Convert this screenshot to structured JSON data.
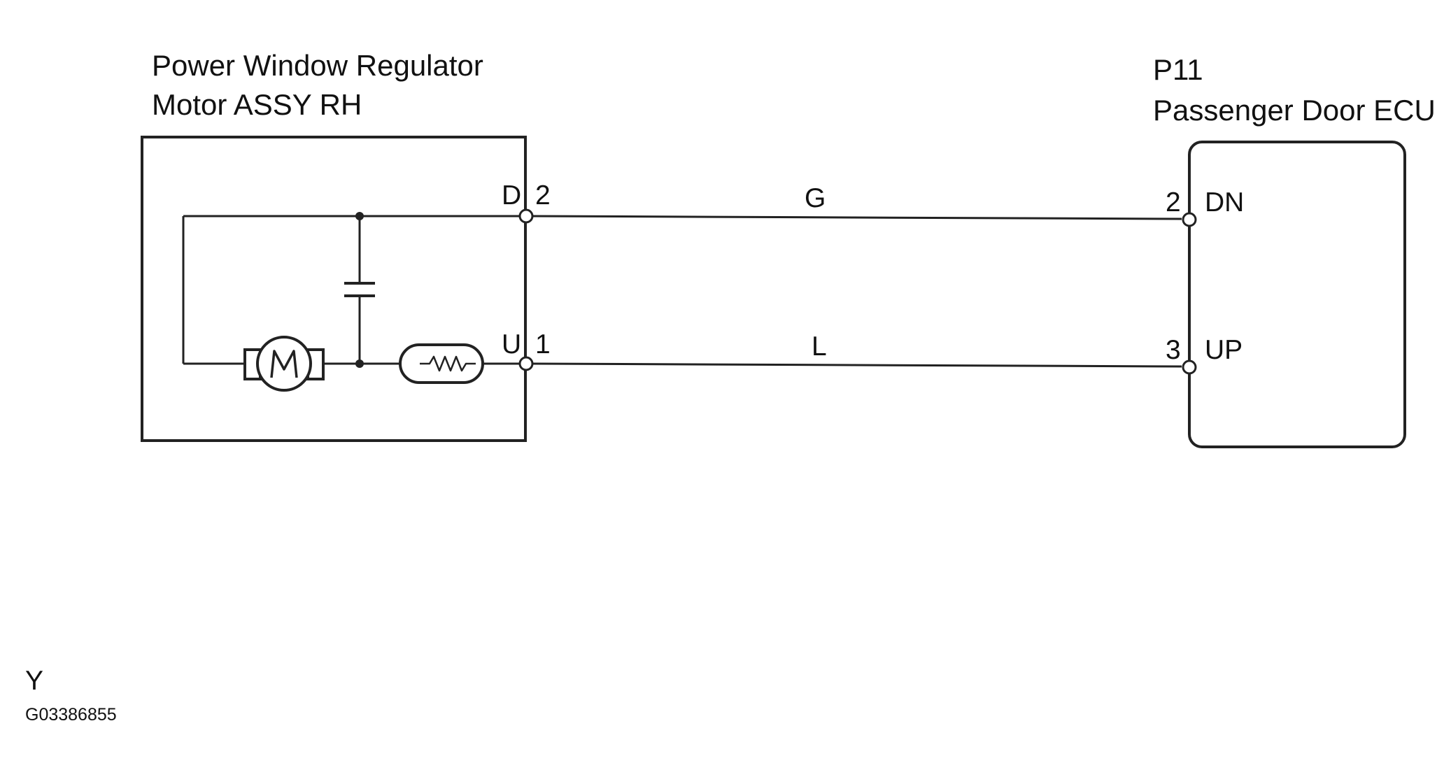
{
  "motor_assy": {
    "title_line1": "Power Window Regulator",
    "title_line2": "Motor ASSY RH",
    "pins": [
      {
        "name": "D",
        "number": "2"
      },
      {
        "name": "U",
        "number": "1"
      }
    ]
  },
  "ecu": {
    "connector_code": "P11",
    "title": "Passenger Door ECU",
    "pins": [
      {
        "number": "2",
        "name": "DN"
      },
      {
        "number": "3",
        "name": "UP"
      }
    ]
  },
  "wires": [
    {
      "color_code": "G",
      "from": "D 2",
      "to": "2 DN"
    },
    {
      "color_code": "L",
      "from": "U 1",
      "to": "3 UP"
    }
  ],
  "footer": {
    "marker": "Y",
    "figure_code": "G03386855"
  }
}
